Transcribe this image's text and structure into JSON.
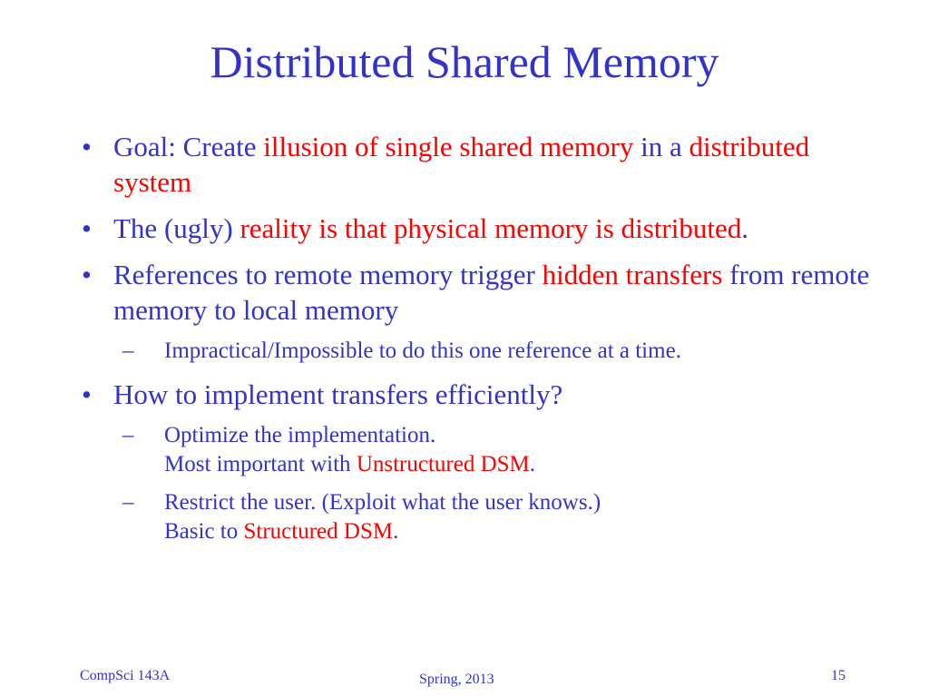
{
  "slide": {
    "title": "Distributed Shared Memory",
    "bullets": [
      {
        "symbol": "•",
        "segments": [
          {
            "text": "Goal: Create ",
            "color": "blue"
          },
          {
            "text": "illusion of single shared memory",
            "color": "red"
          },
          {
            "text": " in a ",
            "color": "blue"
          },
          {
            "text": "distributed system",
            "color": "red"
          }
        ]
      },
      {
        "symbol": "•",
        "segments": [
          {
            "text": "The (ugly) ",
            "color": "blue"
          },
          {
            "text": "reality is that physical memory is distributed",
            "color": "red"
          },
          {
            "text": ".",
            "color": "blue"
          }
        ]
      },
      {
        "symbol": "•",
        "segments": [
          {
            "text": "References to remote memory trigger ",
            "color": "blue"
          },
          {
            "text": "hidden transfers",
            "color": "red"
          },
          {
            "text": " from remote memory to local memory",
            "color": "blue"
          }
        ],
        "subs": [
          {
            "symbol": "–",
            "lines": [
              [
                {
                  "text": "Impractical/Impossible to do this one reference at a time.",
                  "color": "blue"
                }
              ]
            ]
          }
        ]
      },
      {
        "symbol": "•",
        "segments": [
          {
            "text": "How to implement transfers efficiently?",
            "color": "blue"
          }
        ],
        "subs": [
          {
            "symbol": "–",
            "lines": [
              [
                {
                  "text": "Optimize the implementation.",
                  "color": "blue"
                }
              ],
              [
                {
                  "text": "Most important with ",
                  "color": "blue"
                },
                {
                  "text": "Unstructured DSM",
                  "color": "red"
                },
                {
                  "text": ".",
                  "color": "blue"
                }
              ]
            ]
          },
          {
            "symbol": "–",
            "lines": [
              [
                {
                  "text": "Restrict the user.  (Exploit what the user knows.)",
                  "color": "blue"
                }
              ],
              [
                {
                  "text": "Basic to ",
                  "color": "blue"
                },
                {
                  "text": "Structured DSM",
                  "color": "red"
                },
                {
                  "text": ".",
                  "color": "blue"
                }
              ]
            ]
          }
        ]
      }
    ]
  },
  "footer": {
    "course": "CompSci 143A",
    "term": "Spring, 2013",
    "page_number": "15"
  },
  "colors": {
    "text_blue": "#3333cc",
    "emphasis_red": "#ff0000",
    "background": "#ffffff"
  }
}
